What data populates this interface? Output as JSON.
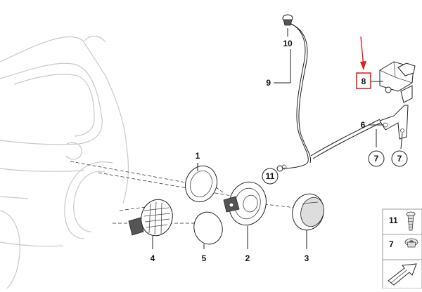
{
  "diagram": {
    "callouts": {
      "c1": "1",
      "c2": "2",
      "c3": "3",
      "c4": "4",
      "c5": "5",
      "c6": "6",
      "c7a": "7",
      "c7b": "7",
      "c8": "8",
      "c9": "9",
      "c10": "10",
      "c11": "11"
    },
    "legend": {
      "item11": "11",
      "item7": "7"
    },
    "colors": {
      "highlight": "#e0201b",
      "part_outline": "#222222",
      "car_outline": "#c9c9c9"
    },
    "icons": {
      "arrow": "arrow-icon",
      "screw": "screw-icon",
      "bolt": "bolt-icon"
    }
  }
}
